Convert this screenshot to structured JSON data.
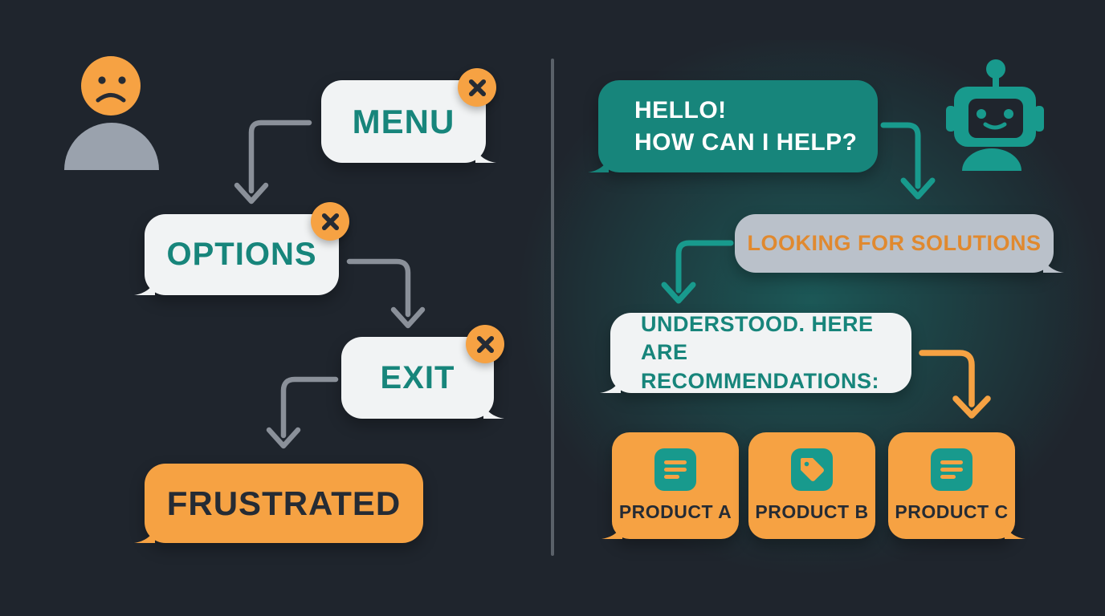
{
  "left_flow": {
    "description": "frustrated user with rigid menu chatbot",
    "menu": "MENU",
    "options": "OPTIONS",
    "exit": "EXIT",
    "frustrated": "FRUSTRATED"
  },
  "right_flow": {
    "description": "helpful conversational chatbot",
    "hello_line1": "HELLO!",
    "hello_line2": "HOW CAN I HELP?",
    "looking": "LOOKING FOR SOLUTIONS",
    "understood_line1": "UNDERSTOOD. HERE ARE",
    "understood_line2": "RECOMMENDATIONS:",
    "products": [
      {
        "label": "PRODUCT A",
        "icon": "document-lines-icon"
      },
      {
        "label": "PRODUCT B",
        "icon": "price-tag-icon"
      },
      {
        "label": "PRODUCT C",
        "icon": "document-lines-icon"
      }
    ]
  },
  "icons": {
    "sad_user": "sad-user-icon",
    "robot": "robot-icon",
    "close_badge": "close-icon",
    "flow_arrows": "elbow-arrow-down-icon"
  },
  "colors": {
    "background": "#1f252d",
    "teal": "#17857b",
    "teal_bright": "#189a8d",
    "orange": "#f6a243",
    "orange_text": "#e0892f",
    "white_bubble": "#f1f3f4",
    "gray_bubble": "#bac1ca",
    "gray_arrow": "#8a9099",
    "gray_body": "#9aa2ad",
    "dark_text": "#252b34",
    "divider": "#5a6169",
    "glow": "rgba(24,138,128,0.5)"
  }
}
